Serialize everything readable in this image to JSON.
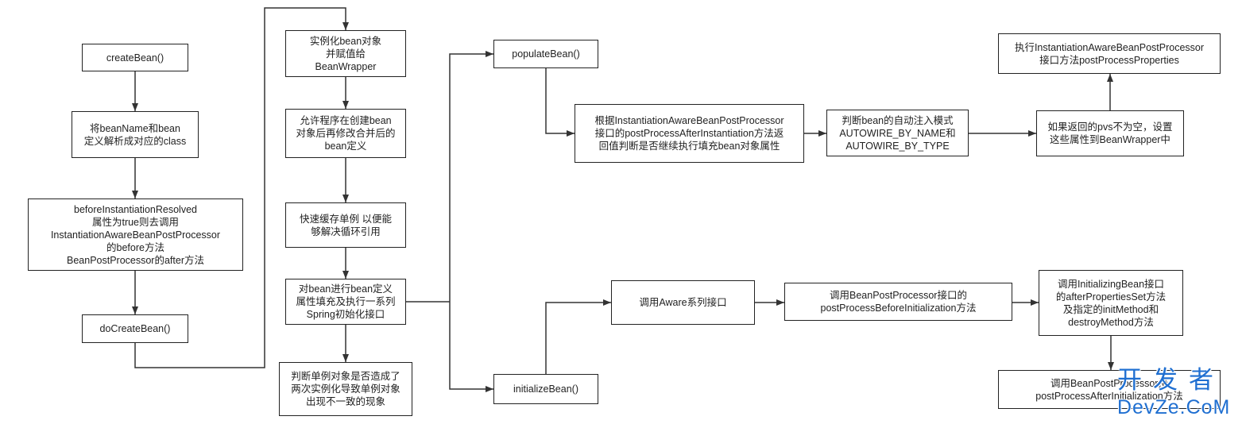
{
  "diagram": {
    "nodes": {
      "create_bean": "createBean()",
      "resolve_class": "将beanName和bean\n定义解析成对应的class",
      "before_instantiation": "beforeInstantiationResolved\n属性为true则去调用\nInstantiationAwareBeanPostProcessor\n的before方法\nBeanPostProcessor的after方法",
      "do_create_bean": "doCreateBean()",
      "instantiate": "实例化bean对象\n并赋值给\nBeanWrapper",
      "merge_definition": "允许程序在创建bean\n对象后再修改合并后的\nbean定义",
      "cache_singleton": "快速缓存单例 以便能\n够解决循环引用",
      "populate_and_init": "对bean进行bean定义\n属性填充及执行一系列\nSpring初始化接口",
      "check_singleton": "判断单例对象是否造成了\n两次实例化导致单例对象\n出现不一致的现象",
      "populate_bean": "populateBean()",
      "initialize_bean": "initializeBean()",
      "post_process_after_instantiation": "根据InstantiationAwareBeanPostProcessor\n接口的postProcessAfterInstantiation方法返\n回值判断是否继续执行填充bean对象属性",
      "autowire_mode": "判断bean的自动注入模式\nAUTOWIRE_BY_NAME和\nAUTOWIRE_BY_TYPE",
      "set_pvs": "如果返回的pvs不为空，设置\n这些属性到BeanWrapper中",
      "post_process_properties": "执行InstantiationAwareBeanPostProcessor\n接口方法postProcessProperties",
      "invoke_aware": "调用Aware系列接口",
      "before_initialization": "调用BeanPostProcessor接口的\npostProcessBeforeInitialization方法",
      "init_methods": "调用InitializingBean接口\n的afterPropertiesSet方法\n及指定的initMethod和\ndestroyMethod方法",
      "after_initialization": "调用BeanPostProcessor接\npostProcessAfterInitialization方法"
    }
  },
  "watermark": {
    "line1": "开发者",
    "line2": "DevZe.CoM",
    "color": "#1f6fd1"
  },
  "colors": {
    "node_border": "#222222",
    "connector": "#333333",
    "text": "#222222",
    "background": "#ffffff"
  }
}
